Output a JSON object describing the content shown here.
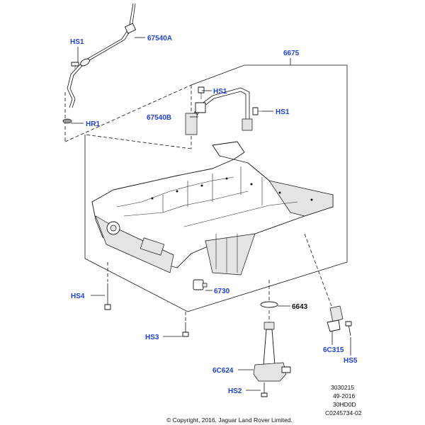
{
  "callouts": {
    "hs1_top": "HS1",
    "p67540a": "67540A",
    "hr1": "HR1",
    "p6675": "6675",
    "hs1_mid": "HS1",
    "hs1_right": "HS1",
    "p67540b": "67540B",
    "hs4": "HS4",
    "p6730": "6730",
    "p6643": "6643",
    "hs3": "HS3",
    "p6c315": "6C315",
    "hs5": "HS5",
    "p6c624": "6C624",
    "hs2": "HS2"
  },
  "doc_codes": [
    "3030215",
    "49-2016",
    "30HD0D",
    "C0245734-02"
  ],
  "copyright": "© Copyright, 2016. Jaguar Land Rover Limited.",
  "colors": {
    "callout": "#1f3fd6",
    "line": "#111111",
    "shade": "#e4e4e4"
  }
}
